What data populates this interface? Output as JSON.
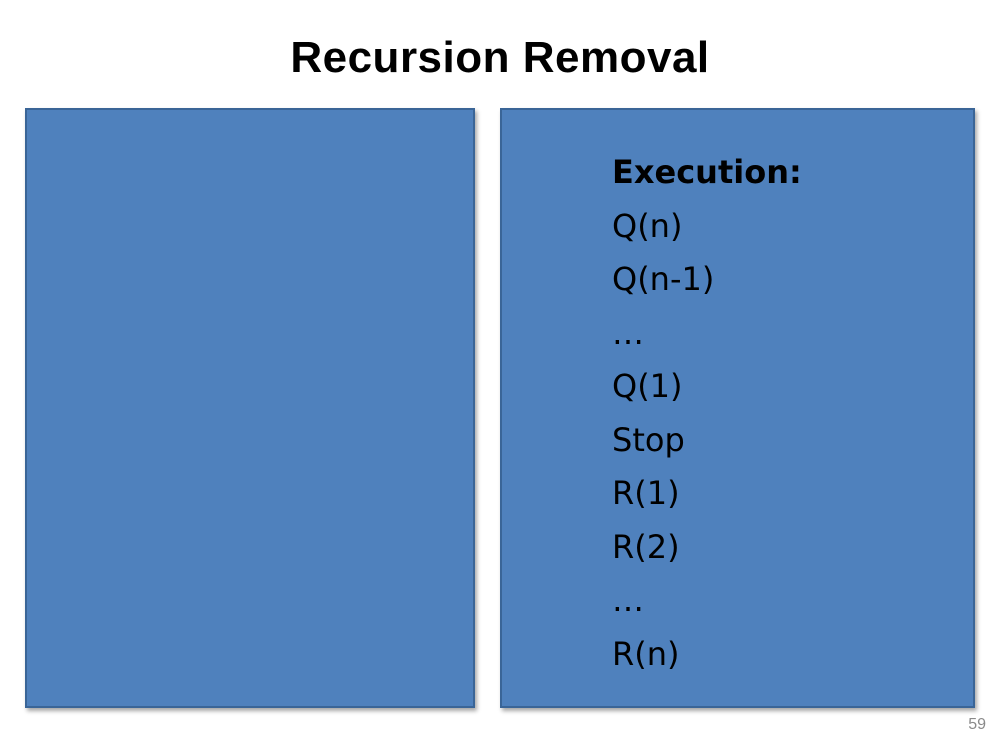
{
  "slide": {
    "title": "Recursion Removal",
    "page_number": "59"
  },
  "left_panel": {},
  "right_panel": {
    "heading": "Execution:",
    "lines": [
      "Q(n)",
      "Q(n-1)",
      "…",
      "Q(1)",
      "Stop",
      "R(1)",
      "R(2)",
      "…",
      "R(n)"
    ]
  },
  "colors": {
    "panel_fill": "#4f81bd",
    "panel_border": "#3a6597",
    "text": "#000000",
    "page_number": "#8a8a8a"
  }
}
